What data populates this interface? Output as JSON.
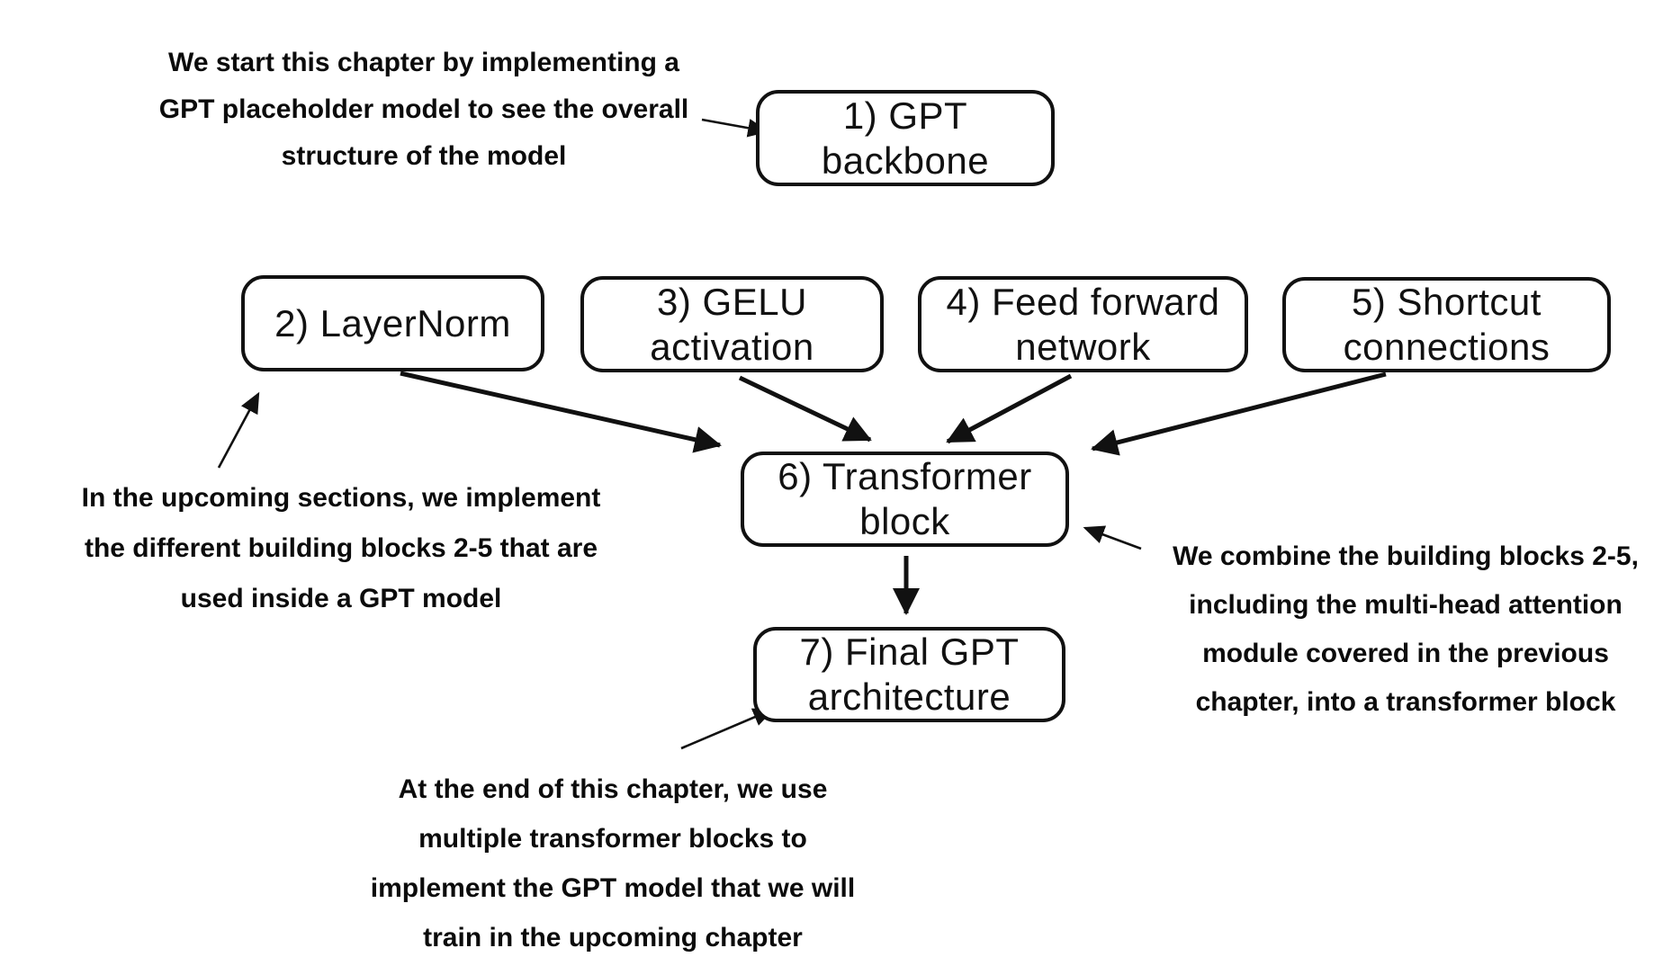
{
  "diagram": {
    "boxes": {
      "gpt_backbone": "1) GPT\nbackbone",
      "layernorm": "2) LayerNorm",
      "gelu_activation": "3) GELU\nactivation",
      "feed_forward": "4) Feed forward\nnetwork",
      "shortcut": "5) Shortcut\nconnections",
      "transformer_block": "6) Transformer\nblock",
      "final_gpt": "7) Final GPT\narchitecture"
    },
    "annotations": {
      "start_chapter": "We start this chapter by implementing a\nGPT placeholder model to see the overall\nstructure of the model",
      "upcoming": "In the upcoming sections, we implement\nthe different building blocks 2-5 that are\nused inside a GPT model",
      "combine_blocks": "We combine the building blocks 2-5,\nincluding the multi-head attention\nmodule covered in the previous\nchapter, into a transformer block",
      "end_chapter": "At the end of this chapter, we use\nmultiple transformer blocks to\nimplement the GPT model that we will\ntrain in the upcoming chapter"
    },
    "colors": {
      "ink": "#111111",
      "background": "#ffffff"
    }
  }
}
